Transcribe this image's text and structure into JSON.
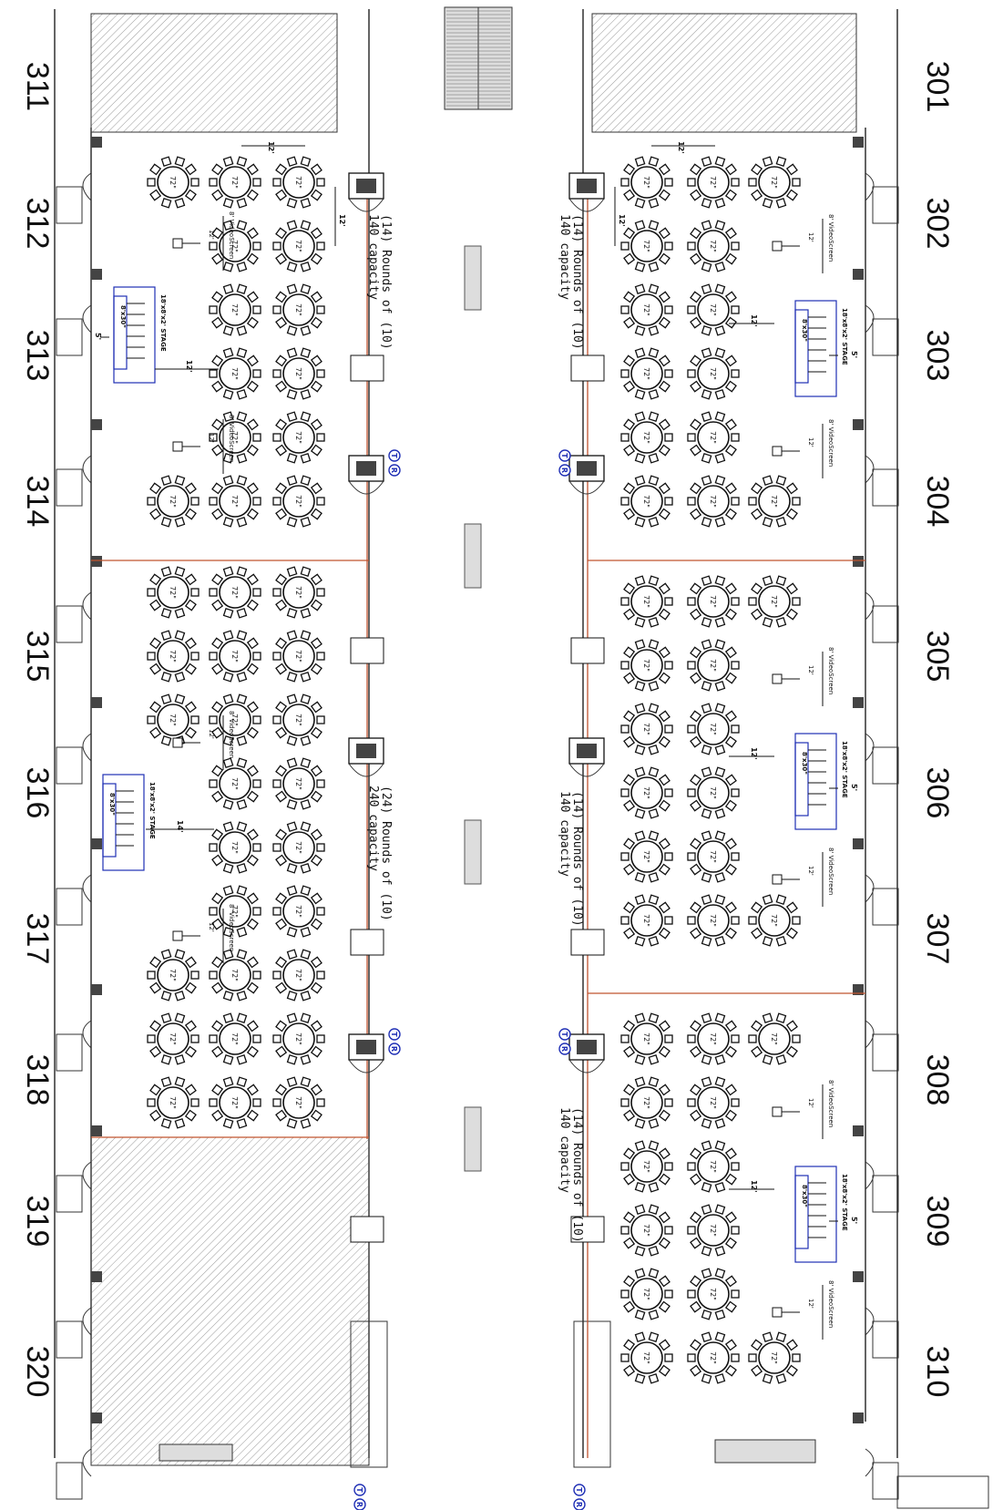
{
  "top_rooms": [
    "301",
    "302",
    "303",
    "304",
    "305",
    "306",
    "307",
    "308",
    "309",
    "310"
  ],
  "bottom_rooms": [
    "311",
    "312",
    "313",
    "314",
    "315",
    "316",
    "317",
    "318",
    "319",
    "320"
  ],
  "table_label": "72\"",
  "stage_label": "18'x8'x2' STAGE",
  "riser_label": "8'x30\"",
  "screen_label": "8' VideoScreen",
  "dim_12": "12'",
  "dim_14": "14'",
  "dim_5": "5'",
  "tr_t": "T",
  "tr_r": "R",
  "captions": {
    "top1": [
      "(14) Rounds of (10)",
      "140 capacity"
    ],
    "top2": [
      "(14) Rounds of (10)",
      "140 capacity"
    ],
    "top3": [
      "(14) Rounds of (10)",
      "140 capacity"
    ],
    "bot1": [
      "(14) Rounds of (10)",
      "140 capacity"
    ],
    "bot2": [
      "(24) Rounds of (10)",
      "240 capacity"
    ]
  },
  "colors": {
    "divider": "#c0532f",
    "stage": "#1f2fb5",
    "wall": "#222222"
  }
}
